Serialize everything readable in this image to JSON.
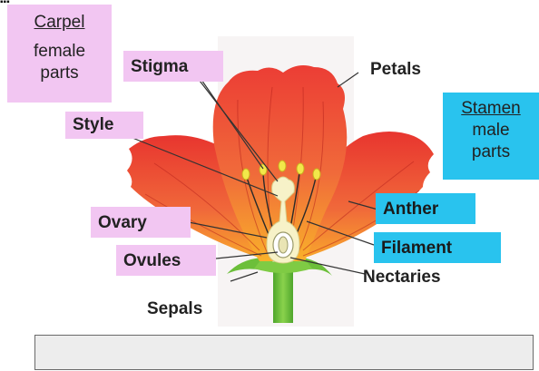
{
  "carpel_box": {
    "title": "Carpel",
    "line1": "female",
    "line2": "parts"
  },
  "stamen_box": {
    "title": "Stamen",
    "line1": "male",
    "line2": "parts"
  },
  "labels": {
    "stigma": "Stigma",
    "petals": "Petals",
    "style": "Style",
    "anther": "Anther",
    "ovary": "Ovary",
    "filament": "Filament",
    "ovules": "Ovules",
    "nectaries": "Nectaries",
    "sepals": "Sepals"
  },
  "colors": {
    "carpel_highlight": "#f2c6f2",
    "stamen_highlight": "#29c3ee",
    "petal_red": "#ec4a3a",
    "petal_orange": "#f7a22a",
    "stem_green": "#6cbf3a",
    "anther_yellow": "#f2e84a"
  },
  "answer_box": {
    "value": ""
  }
}
